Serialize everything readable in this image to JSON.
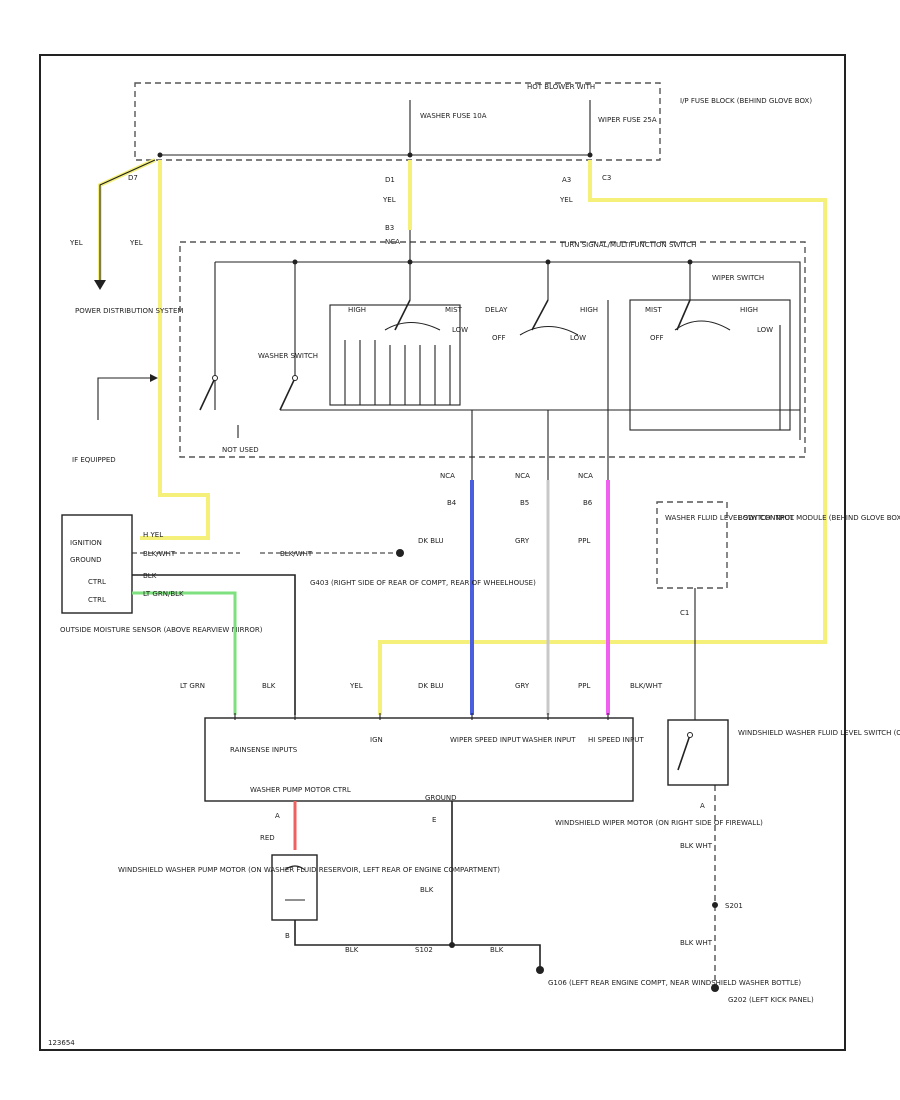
{
  "colors": {
    "yellow": "#f4f07a",
    "blue": "#4a5ee0",
    "magenta": "#f060f0",
    "green": "#7ee07e",
    "red": "#f06060",
    "grey": "#c8c8c8",
    "ink": "#222222"
  },
  "labels": {
    "fuse_block": "I/P FUSE BLOCK (BEHIND GLOVE BOX)",
    "hot_blower": "HOT BLOWER WITH",
    "washer_fuse": "WASHER FUSE 10A",
    "wiper_fuse": "WIPER FUSE 25A",
    "d7": "D7",
    "d1": "D1",
    "a3": "A3",
    "c3": "C3",
    "yel1": "YEL",
    "yel2": "YEL",
    "yel3": "YEL",
    "yel4": "YEL",
    "yel5": "YEL",
    "b3": "B3",
    "nca": "NCA",
    "turn_signal": "TURN SIGNAL/MULTIFUNCTION SWITCH",
    "power_dist": "POWER DISTRIBUTION SYSTEM",
    "washer_switch": "WASHER SWITCH",
    "wiper_switch": "WIPER SWITCH",
    "not_used": "NOT USED",
    "if_equipped": "IF EQUIPPED",
    "high": "HIGH",
    "mist": "MIST",
    "low": "LOW",
    "off": "OFF",
    "delay": "DELAY",
    "b4": "B4",
    "b5": "B5",
    "b6": "B6",
    "dk_blu1": "DK BLU",
    "dk_blu2": "DK BLU",
    "gry1": "GRY",
    "gry2": "GRY",
    "ppl1": "PPL",
    "ppl2": "PPL",
    "ignition": "IGNITION",
    "ground": "GROUND",
    "ctrl1": "CTRL",
    "ctrl2": "CTRL",
    "h_yel": "H YEL",
    "blk_wht": "BLK/WHT",
    "blk": "BLK",
    "lt_grn_blk": "LT GRN/BLK",
    "g403": "G403 (RIGHT SIDE OF REAR OF COMPT, REAR OF WHEELHOUSE)",
    "outside_moisture": "OUTSIDE MOISTURE SENSOR (ABOVE REARVIEW MIRROR)",
    "washer_fluid_switch": "WASHER FLUID LEVEL SWITCH INPUT",
    "bcm": "BODY CONTROL MODULE (BEHIND GLOVE BOX)",
    "c1": "C1",
    "lt_grn": "LT GRN",
    "blk2": "BLK",
    "blk_wht2": "BLK/WHT",
    "rainsense": "RAINSENSE INPUTS",
    "ign": "IGN",
    "wiper_speed": "WIPER SPEED INPUT",
    "washer_input": "WASHER INPUT",
    "hi_speed": "HI SPEED INPUT",
    "pump_ctrl": "WASHER PUMP MOTOR CTRL",
    "ground2": "GROUND",
    "a": "A",
    "e": "E",
    "b": "B",
    "red": "RED",
    "wiper_motor": "WINDSHIELD WIPER MOTOR (ON RIGHT SIDE OF FIREWALL)",
    "pump_motor": "WINDSHIELD WASHER PUMP MOTOR (ON WASHER FLUID RESERVOIR, LEFT REAR OF ENGINE COMPARTMENT)",
    "blk3": "BLK",
    "blk4": "BLK",
    "s102": "S102",
    "blk5": "BLK",
    "g106": "G106 (LEFT REAR ENGINE COMPT, NEAR WINDSHIELD WASHER BOTTLE)",
    "fluid_switch": "WINDSHIELD WASHER FLUID LEVEL SWITCH (ON WASHER FLUID RESERVOIR)",
    "blk_wht3": "BLK WHT",
    "s201": "S201",
    "blk_wht4": "BLK WHT",
    "g202": "G202 (LEFT KICK PANEL)",
    "fig_id": "123654"
  }
}
